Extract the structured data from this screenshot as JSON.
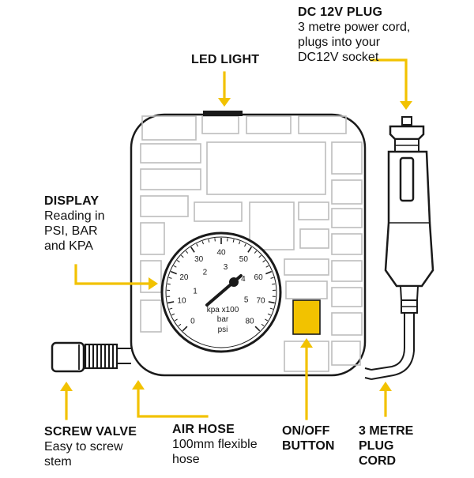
{
  "labels": {
    "dc_plug": {
      "title": "DC 12V PLUG",
      "lines": [
        "3 metre power cord,",
        "plugs into your",
        "DC12V socket"
      ]
    },
    "led": {
      "title": "LED LIGHT"
    },
    "display": {
      "title": "DISPLAY",
      "lines": [
        "Reading in",
        "PSI, BAR",
        "and KPA"
      ]
    },
    "screw_valve": {
      "title": "SCREW VALVE",
      "lines": [
        "Easy to screw",
        "stem"
      ]
    },
    "air_hose": {
      "title": "AIR HOSE",
      "lines": [
        "100mm flexible",
        "hose"
      ]
    },
    "on_off": {
      "title_lines": [
        "ON/OFF",
        "BUTTON"
      ]
    },
    "plug_cord": {
      "title_lines": [
        "3 METRE",
        "PLUG",
        "CORD"
      ]
    }
  },
  "gauge": {
    "outer_ticks": [
      "0",
      "10",
      "20",
      "30",
      "40",
      "50",
      "60",
      "70",
      "80"
    ],
    "inner_ticks": [
      "1",
      "2",
      "3",
      "4",
      "5"
    ],
    "unit_lines": [
      "kpa x100",
      "bar",
      "psi"
    ]
  },
  "colors": {
    "accent": "#F2C200",
    "outline": "#1a1a1a",
    "body": "#ffffff",
    "panel_line": "#bdbdbd"
  }
}
